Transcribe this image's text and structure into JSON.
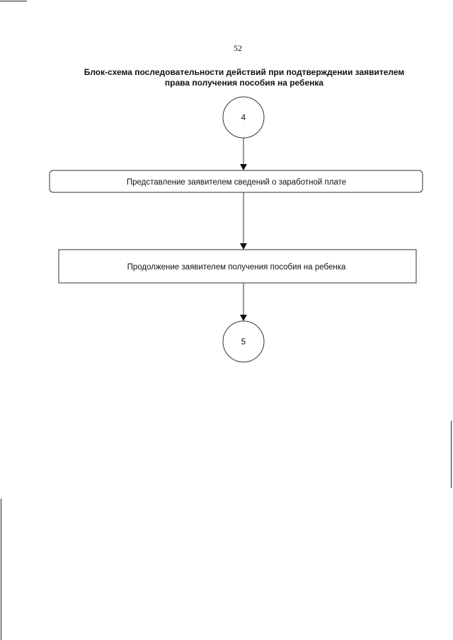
{
  "page": {
    "number": "52"
  },
  "title": {
    "line1": "Блок-схема последовательности действий при подтверждении заявителем",
    "line2": "права получения пособия на ребенка"
  },
  "flowchart": {
    "start_connector": "4",
    "step1": "Представление заявителем сведений о заработной плате",
    "step2": "Продолжение заявителем получения пособия на ребенка",
    "end_connector": "5"
  }
}
